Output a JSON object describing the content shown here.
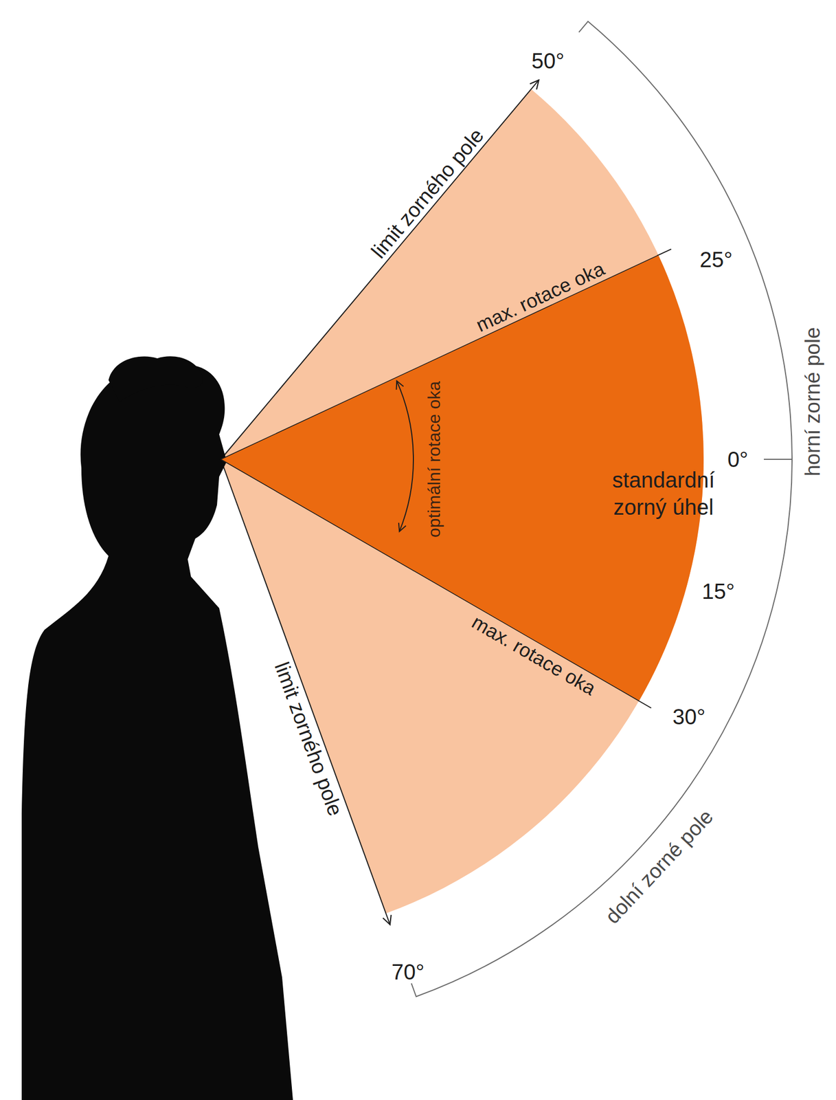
{
  "diagram": {
    "nodes": [
      {
        "text": [
          "standardní zorný úhel"
        ]
      }
    ],
    "labels": [
      "limit zorného pole",
      "50°",
      "max. rotace oka",
      "25°",
      "optimální rotace oka",
      "0°",
      "horní zorné pole",
      "15°",
      "max. rotace oka",
      "30°",
      "limit zorného pole",
      "70°",
      "dolní zorné pole"
    ]
  }
}
